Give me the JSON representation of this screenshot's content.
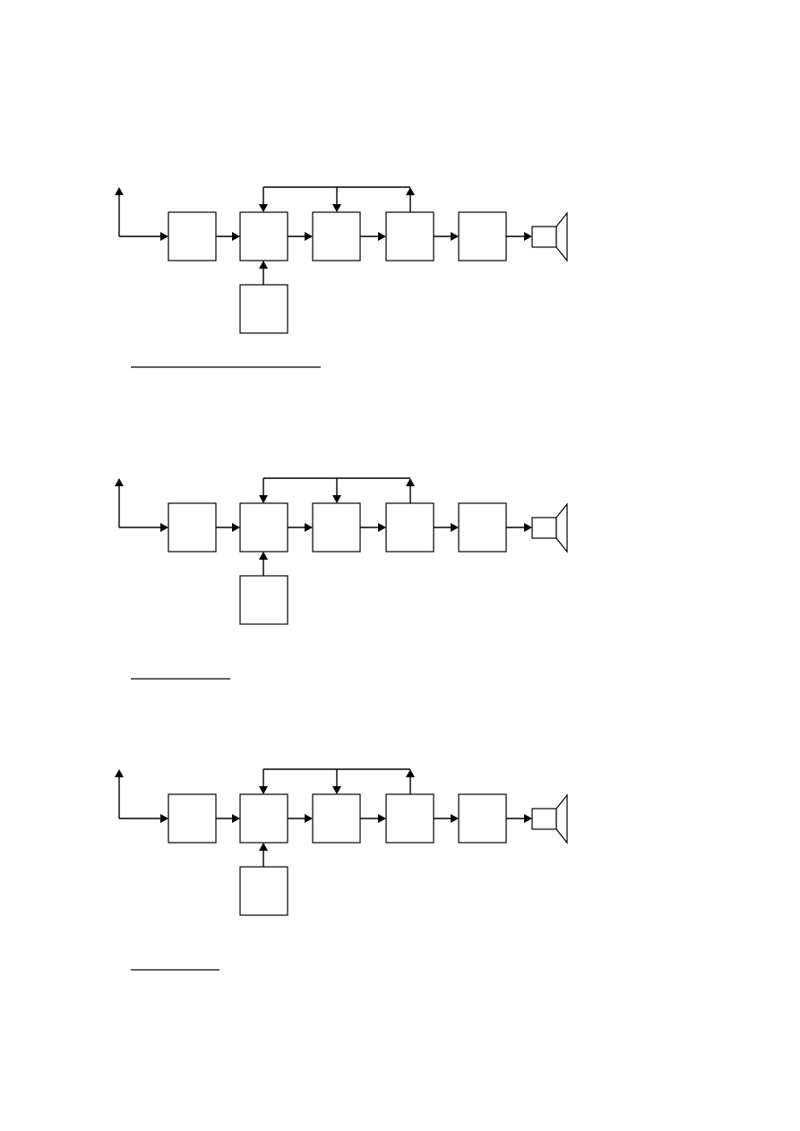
{
  "diagrams": [
    {
      "id": "diagram-1",
      "label": ""
    },
    {
      "id": "diagram-2",
      "label": ""
    },
    {
      "id": "diagram-3",
      "label": ""
    }
  ],
  "icons": {
    "antenna": "antenna-icon",
    "speaker": "speaker-icon"
  },
  "colors": {
    "stroke": "#000000",
    "background": "#ffffff"
  }
}
